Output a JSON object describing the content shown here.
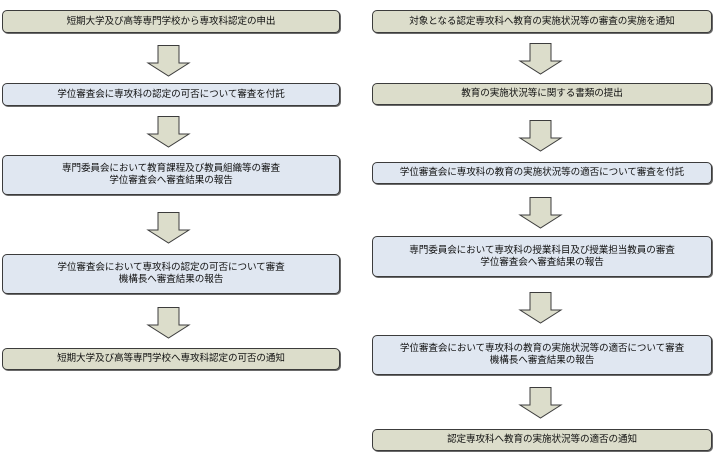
{
  "colors": {
    "box_beige": "#dcddcb",
    "box_blue": "#e0e7f1",
    "arrow_fill": "#dcddcb",
    "border": "#3c3c3c"
  },
  "left_flow": {
    "steps": [
      {
        "lines": [
          "短期大学及び高等専門学校から専攻科認定の申出"
        ],
        "style": "beige"
      },
      {
        "lines": [
          "学位審査会に専攻科の認定の可否について審査を付託"
        ],
        "style": "blue"
      },
      {
        "lines": [
          "専門委員会において教育課程及び教員組織等の審査",
          "学位審査会へ審査結果の報告"
        ],
        "style": "blue"
      },
      {
        "lines": [
          "学位審査会において専攻科の認定の可否について審査",
          "機構長へ審査結果の報告"
        ],
        "style": "blue"
      },
      {
        "lines": [
          "短期大学及び高等専門学校へ専攻科認定の可否の通知"
        ],
        "style": "beige"
      }
    ],
    "arrow_icon": "down-arrow-icon"
  },
  "right_flow": {
    "steps": [
      {
        "lines": [
          "対象となる認定専攻科へ教育の実施状況等の審査の実施を通知"
        ],
        "style": "beige"
      },
      {
        "lines": [
          "教育の実施状況等に関する書類の提出"
        ],
        "style": "beige"
      },
      {
        "lines": [
          "学位審査会に専攻科の教育の実施状況等の適否について審査を付託"
        ],
        "style": "blue"
      },
      {
        "lines": [
          "専門委員会において専攻科の授業科目及び授業担当教員の審査",
          "学位審査会へ審査結果の報告"
        ],
        "style": "blue"
      },
      {
        "lines": [
          "学位審査会において専攻科の教育の実施状況等の適否について審査",
          "機構長へ審査結果の報告"
        ],
        "style": "blue"
      },
      {
        "lines": [
          "認定専攻科へ教育の実施状況等の適否の通知"
        ],
        "style": "beige"
      }
    ],
    "arrow_icon": "down-arrow-icon"
  }
}
